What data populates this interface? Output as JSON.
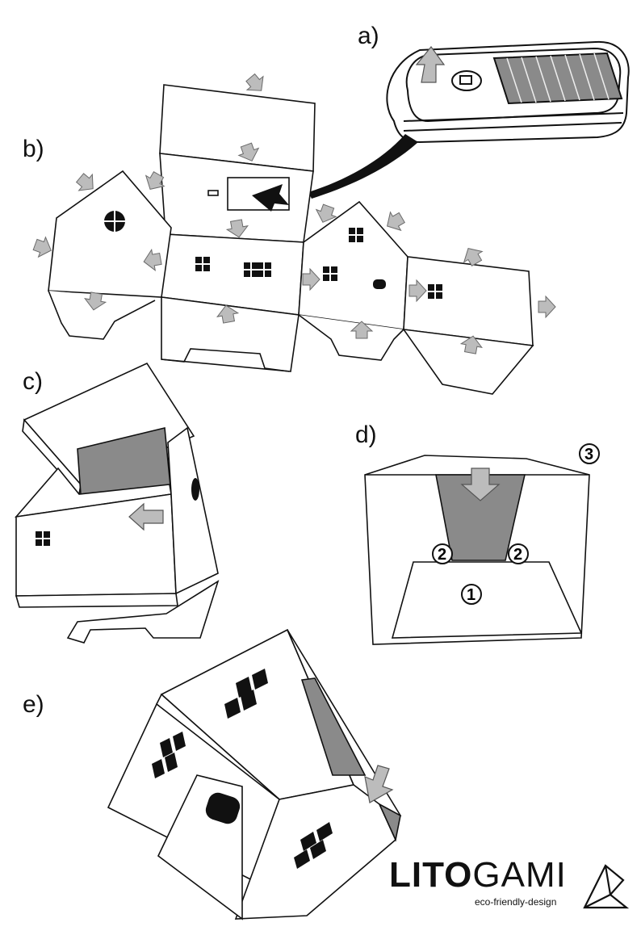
{
  "step_labels": {
    "a": "a)",
    "b": "b)",
    "c": "c)",
    "d": "d)",
    "e": "e)"
  },
  "detail_numbers": {
    "one": "1",
    "two": "2",
    "three": "3"
  },
  "brand": {
    "name_bold": "LITO",
    "name_light": "GAMI",
    "tagline": "eco-friendly-design"
  },
  "colors": {
    "ink": "#111111",
    "fill_gray": "#8a8a8a",
    "arrow_gray": "#bcbcbc",
    "paper": "#ffffff"
  },
  "icons": {
    "logo": "origami-bird-icon",
    "arrows": "fold-arrow-icon",
    "device": "solar-light-icon"
  }
}
